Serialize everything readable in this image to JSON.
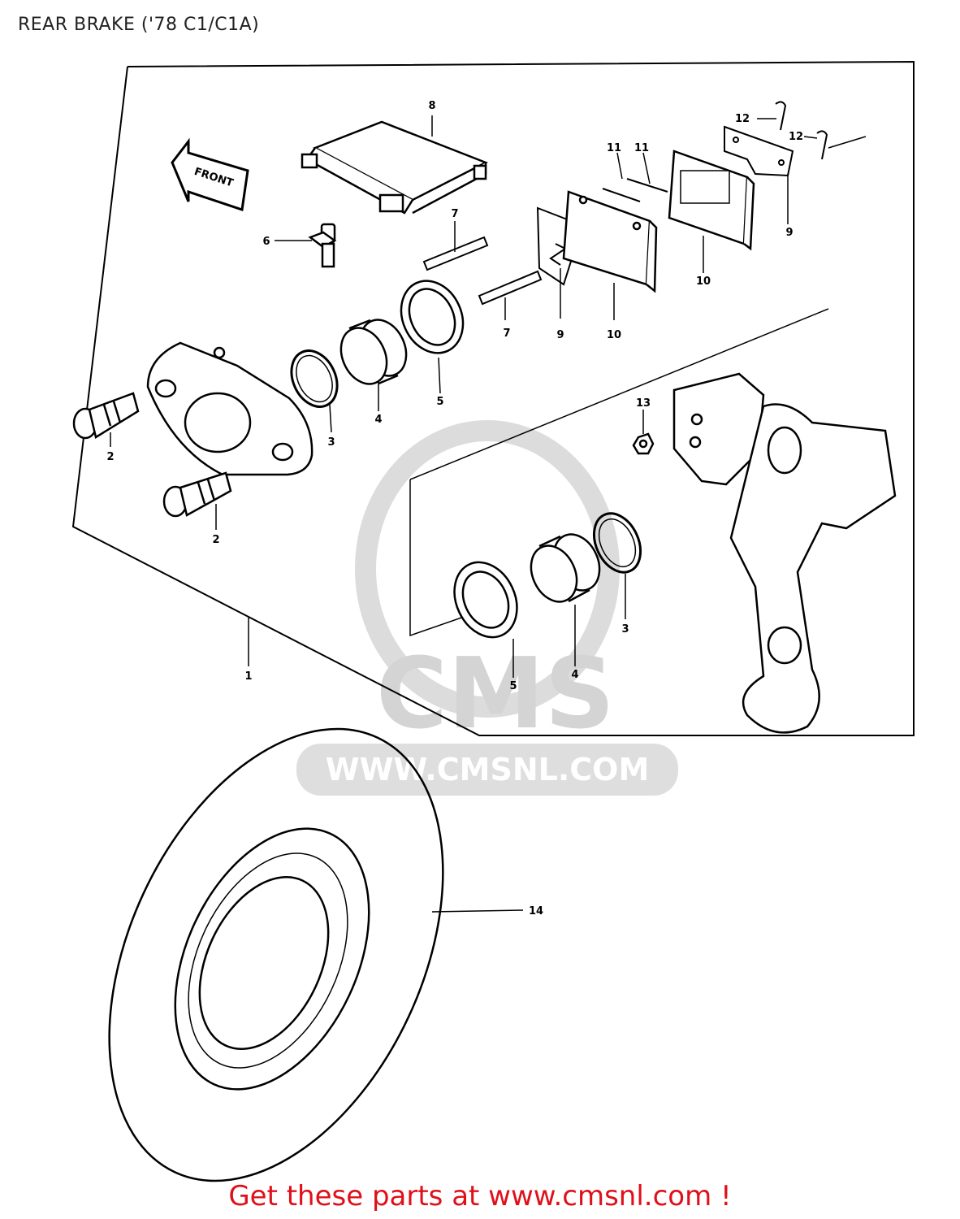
{
  "header": {
    "title": "REAR BRAKE ('78 C1/C1A)"
  },
  "arrow_label": "FRONT",
  "watermark": {
    "brand": "CMS",
    "url": "WWW.CMSNL.COM"
  },
  "callouts": {
    "n1": "1",
    "n2a": "2",
    "n2b": "2",
    "n3a": "3",
    "n3b": "3",
    "n4a": "4",
    "n4b": "4",
    "n5a": "5",
    "n5b": "5",
    "n6": "6",
    "n7a": "7",
    "n7b": "7",
    "n8": "8",
    "n9a": "9",
    "n9b": "9",
    "n10a": "10",
    "n10b": "10",
    "n11a": "11",
    "n11b": "11",
    "n12a": "12",
    "n12b": "12",
    "n13": "13",
    "n14": "14"
  },
  "footer": {
    "text": "Get these parts at www.cmsnl.com !"
  },
  "colors": {
    "footer": "#e0101a",
    "line": "#000000",
    "watermark": "#d8d8d8"
  }
}
